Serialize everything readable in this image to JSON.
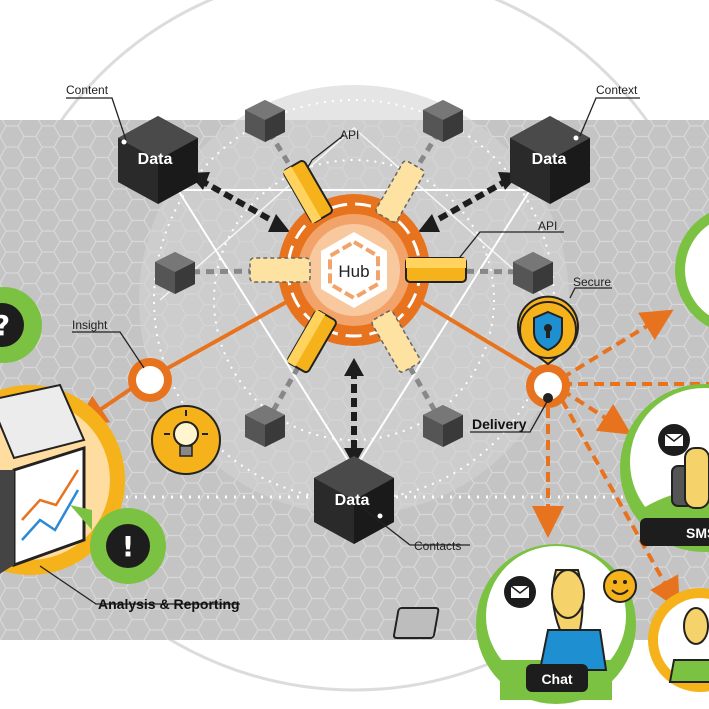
{
  "hub": {
    "label": "Hub"
  },
  "labels": {
    "content": "Content",
    "context": "Context",
    "api_top": "API",
    "api_right": "API",
    "insight": "Insight",
    "secure": "Secure",
    "delivery": "Delivery",
    "contacts": "Contacts",
    "analysis": "Analysis & Reporting",
    "sms": "SMS",
    "chat": "Chat"
  },
  "cubes": {
    "left": "Data",
    "right": "Data",
    "bottom": "Data"
  },
  "icons": {
    "question": "?",
    "exclaim": "!"
  },
  "colors": {
    "orange": "#e8731f",
    "yellow": "#f6b21b",
    "green": "#7cc242",
    "gray_band": "#c9c9c9",
    "cube_dark": "#2a2a2a"
  }
}
